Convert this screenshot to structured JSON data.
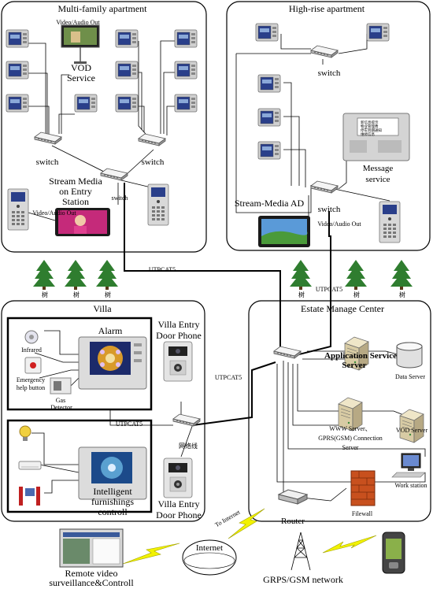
{
  "zones": {
    "multi_family": "Multi-family apartment",
    "high_rise": "High-rise apartment",
    "villa": "Villa",
    "estate": "Estate Manage Center"
  },
  "multi_family": {
    "video_audio_out_top": "Video/Audio Out",
    "vod_service": [
      "VOD",
      "Service"
    ],
    "switch_left": "switch",
    "switch_right": "switch",
    "switch_center": "switch",
    "stream_media_station": [
      "Stream Media",
      "on Entry",
      "Station"
    ],
    "video_audio_out_bottom": "Video/Audio Out"
  },
  "high_rise": {
    "switch_top": "switch",
    "message_service": [
      "Message",
      "service"
    ],
    "stream_media_ad": "Stream-Media AD",
    "switch_bottom": "switch",
    "video_audio_out": "Video/Audio Out",
    "screen_text": [
      "新信息提示",
      "物业管理费",
      "停车到期通知",
      "维修信息"
    ]
  },
  "cables": {
    "utpcat5_top": "UTPCAT5",
    "utpcat5_right": "UTPCAT5",
    "utpcat5_middle": "UTPCAT5",
    "utpcat5_villa": "UTPCAT5",
    "network_cable_cn": "网络线",
    "tree_label": "树"
  },
  "villa": {
    "alarm": "Alarm",
    "infrared": "Infrared",
    "emergency": [
      "Emergency",
      "help button"
    ],
    "gas": [
      "Gas",
      "Detector"
    ],
    "entry_phone_top": [
      "Villa Entry",
      "Door Phone"
    ],
    "furnishings": [
      "Intelligent",
      "furnishings",
      "controll"
    ],
    "entry_phone_bottom": [
      "Villa Entry",
      "Door Phone"
    ]
  },
  "estate": {
    "app_server": [
      "Application Service",
      "Server"
    ],
    "data_server": "Data Server",
    "www_server": [
      "WWW Server、",
      "GPRS(GSM) Connection",
      "Server"
    ],
    "vod_server": "VOD Server",
    "work_station": "Work station",
    "filewall": "Filewall",
    "router": "Router"
  },
  "bottom": {
    "to_internet": "To Internet",
    "internet": "Internet",
    "remote": [
      "Remote video",
      "surveillance&Controll"
    ],
    "grps": "GRPS/GSM network"
  },
  "colors": {
    "monitor_frame": "#c8c8c8",
    "monitor_screen": "#2a3f8a",
    "tree": "#2f7d2f",
    "firewall": "#c8501e",
    "lightning": "#f2f200",
    "cable": "#000000"
  }
}
